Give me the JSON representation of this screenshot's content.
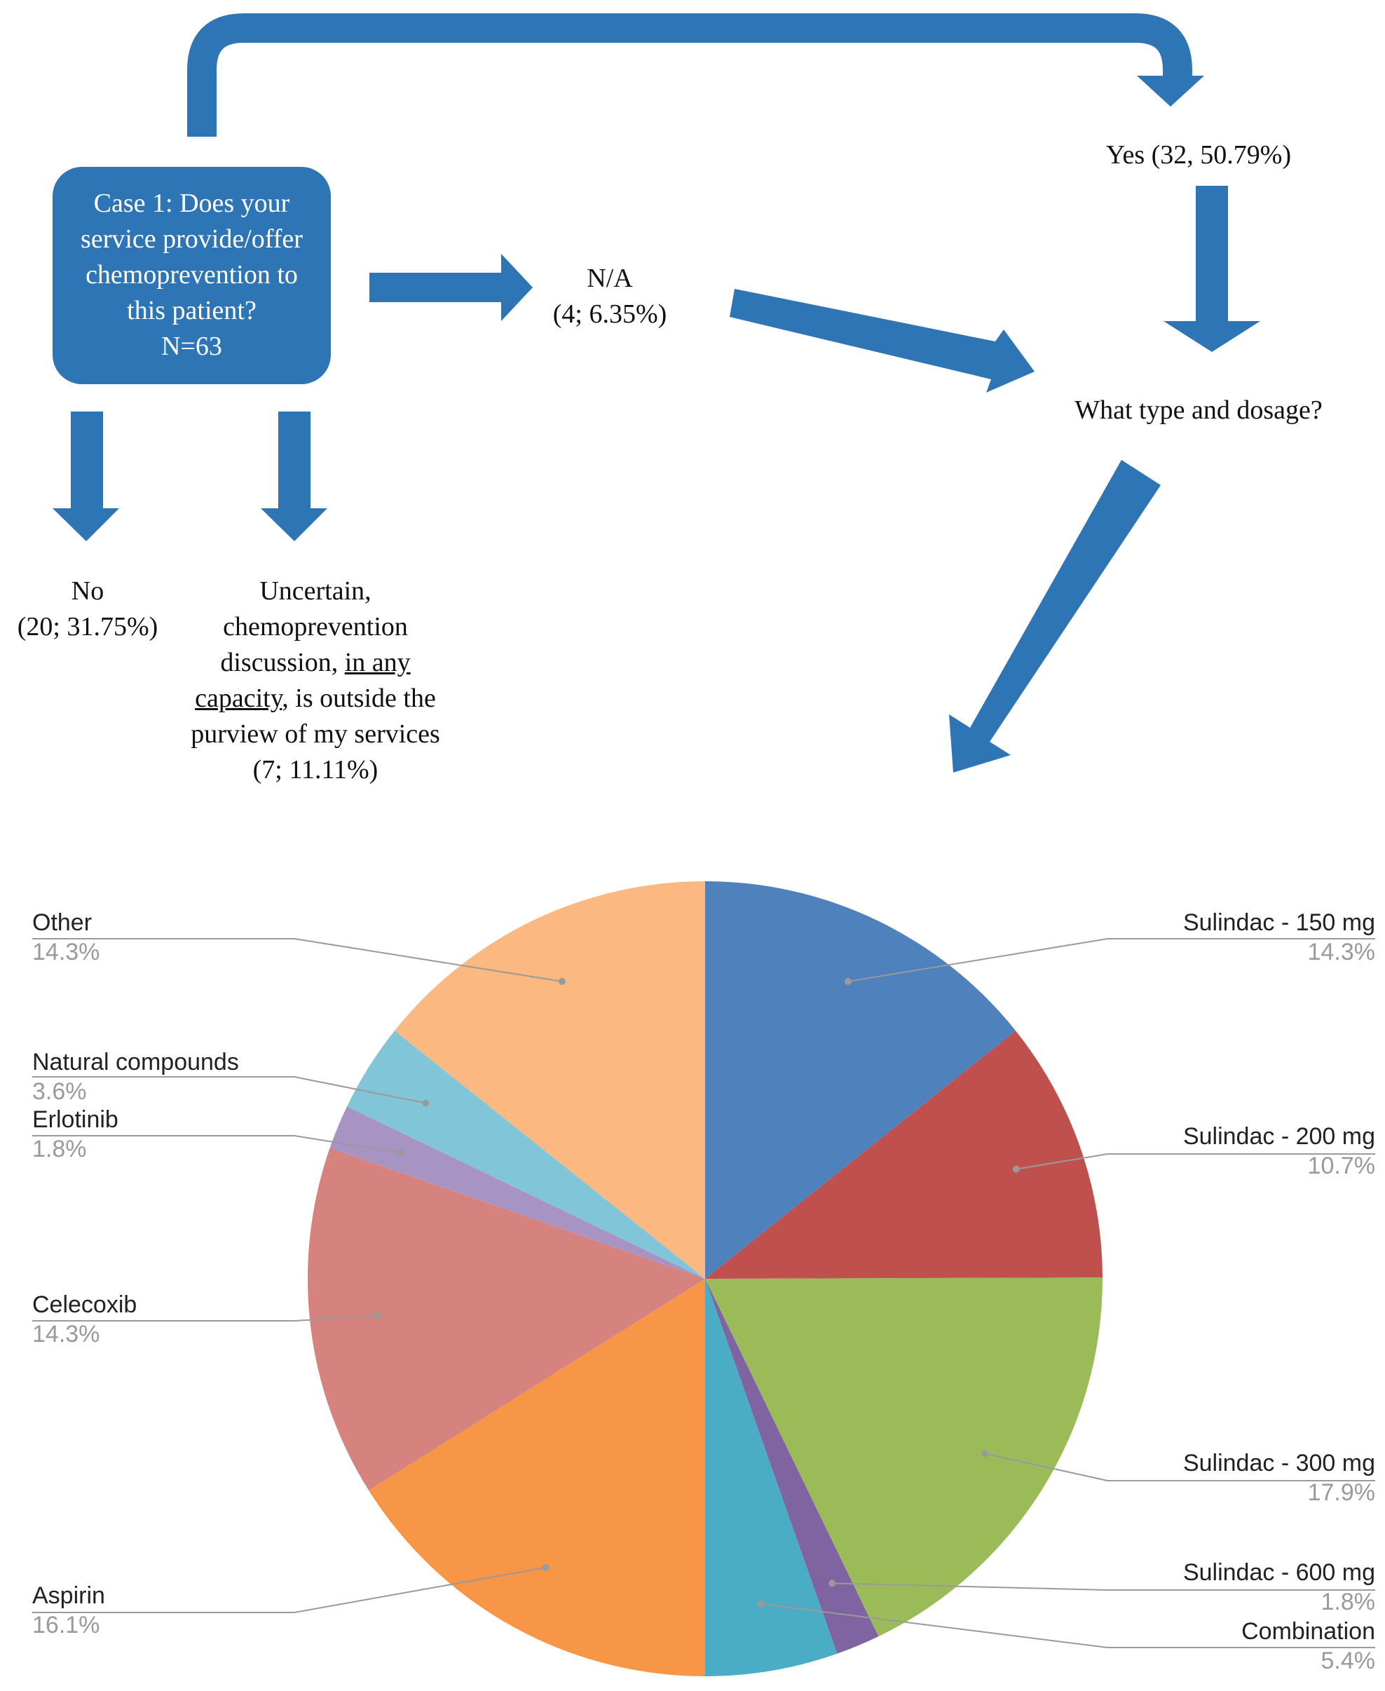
{
  "flowchart": {
    "question": {
      "line1": "Case 1: Does your",
      "line2": "service provide/offer",
      "line3": "chemoprevention to",
      "line4": "this patient?",
      "line5": "N=63"
    },
    "yes": {
      "label": "Yes (32, 50.79%)"
    },
    "na": {
      "line1": "N/A",
      "line2": "(4; 6.35%)"
    },
    "no": {
      "line1": "No",
      "line2": "(20; 31.75%)"
    },
    "uncertain": {
      "line1": "Uncertain,",
      "line2": "chemoprevention",
      "line3a": "discussion, ",
      "line3b": "in any",
      "line4a": "capacity",
      "line4b": ", is outside the",
      "line5": "purview of my services",
      "line6": "(7; 11.11%)"
    },
    "followup": "What type and dosage?",
    "arrow_color": "#2e75b6"
  },
  "chart_data": {
    "type": "pie",
    "slices": [
      {
        "label": "Sulindac - 150 mg",
        "pct": "14.3%",
        "value": 14.3,
        "color": "#4f81bd"
      },
      {
        "label": "Sulindac - 200 mg",
        "pct": "10.7%",
        "value": 10.7,
        "color": "#c0504d"
      },
      {
        "label": "Sulindac - 300 mg",
        "pct": "17.9%",
        "value": 17.9,
        "color": "#9bbb59"
      },
      {
        "label": "Sulindac - 600 mg",
        "pct": "1.8%",
        "value": 1.8,
        "color": "#8064a2"
      },
      {
        "label": "Combination",
        "pct": "5.4%",
        "value": 5.4,
        "color": "#4bacc6"
      },
      {
        "label": "Aspirin",
        "pct": "16.1%",
        "value": 16.1,
        "color": "#f79646"
      },
      {
        "label": "Celecoxib",
        "pct": "14.3%",
        "value": 14.3,
        "color": "#d6827e"
      },
      {
        "label": "Erlotinib",
        "pct": "1.8%",
        "value": 1.8,
        "color": "#a794c3"
      },
      {
        "label": "Natural compounds",
        "pct": "3.6%",
        "value": 3.6,
        "color": "#80c6d8"
      },
      {
        "label": "Other",
        "pct": "14.3%",
        "value": 14.3,
        "color": "#fbb880"
      }
    ]
  }
}
